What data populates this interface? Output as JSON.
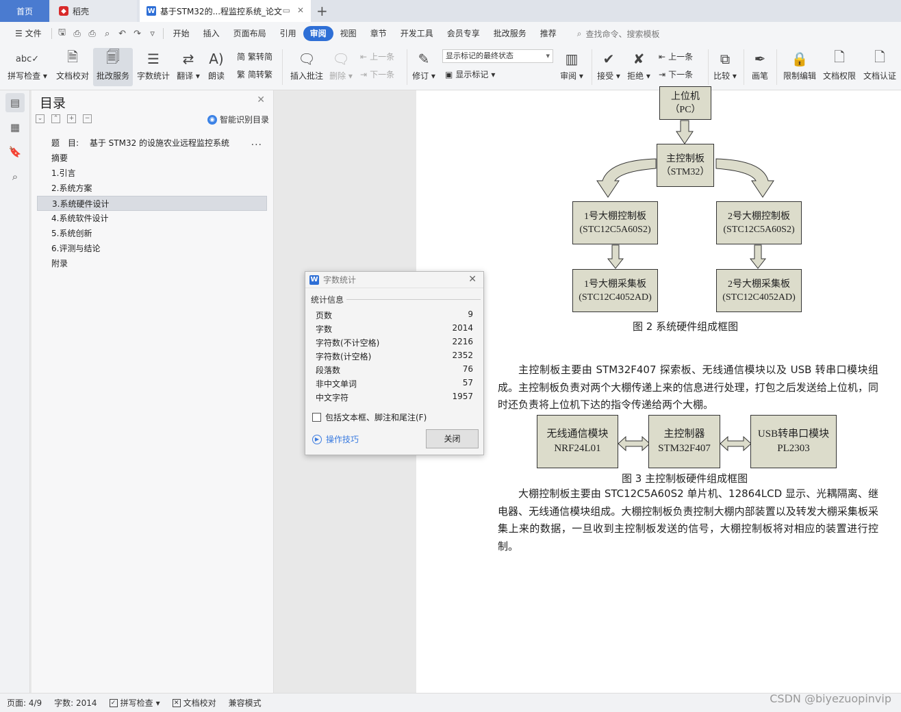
{
  "tabs": {
    "home": "首页",
    "daoke": "稻壳",
    "doc": "基于STM32的...程监控系统_论文"
  },
  "menu": {
    "file": "文件",
    "items": [
      "开始",
      "插入",
      "页面布局",
      "引用",
      "审阅",
      "视图",
      "章节",
      "开发工具",
      "会员专享",
      "批改服务",
      "推荐"
    ],
    "active": "审阅",
    "search": "查找命令、搜索模板"
  },
  "ribbon": {
    "spellcheck": "拼写检查",
    "doc_proof": "文档校对",
    "review_service": "批改服务",
    "word_count": "字数统计",
    "translate": "翻译",
    "read_aloud": "朗读",
    "trad_to_simp": "繁转简",
    "simp_to_trad": "简转繁",
    "insert_comment": "插入批注",
    "delete": "删除",
    "prev": "上一条",
    "next": "下一条",
    "track": "修订",
    "markup_state": "显示标记的最终状态",
    "show_markup": "显示标记",
    "review": "审阅",
    "accept": "接受",
    "reject": "拒绝",
    "prev2": "上一条",
    "next2": "下一条",
    "compare": "比较",
    "ink": "画笔",
    "restrict_edit": "限制编辑",
    "doc_permission": "文档权限",
    "doc_cert": "文档认证"
  },
  "toc": {
    "title": "目录",
    "smart": "智能识别目录",
    "items": [
      "题　目:　 基于 STM32 的设施农业远程监控系统",
      "摘要",
      "1.引言",
      "2.系统方案",
      "3.系统硬件设计",
      "4.系统软件设计",
      "5.系统创新",
      "6.评测与结论",
      "附录"
    ],
    "selected_index": 4
  },
  "doc": {
    "fig2": {
      "pc": [
        "上位机",
        "（PC）"
      ],
      "main": [
        "主控制板",
        "（STM32）"
      ],
      "ctrl1": [
        "1号大棚控制板",
        "(STC12C5A60S2)"
      ],
      "ctrl2": [
        "2号大棚控制板",
        "(STC12C5A60S2)"
      ],
      "acq1": [
        "1号大棚采集板",
        "(STC12C4052AD)"
      ],
      "acq2": [
        "2号大棚采集板",
        "(STC12C4052AD)"
      ],
      "caption": "图 2 系统硬件组成框图"
    },
    "para1": "主控制板主要由 STM32F407 探索板、无线通信模块以及 USB 转串口模块组成。主控制板负责对两个大棚传递上来的信息进行处理，打包之后发送给上位机，同时还负责将上位机下达的指令传递给两个大棚。",
    "fig3": {
      "wireless": [
        "无线通信模块",
        "NRF24L01"
      ],
      "controller": [
        "主控制器",
        "STM32F407"
      ],
      "usb": [
        "USB转串口模块",
        "PL2303"
      ],
      "caption": "图 3 主控制板硬件组成框图"
    },
    "para2": "大棚控制板主要由 STC12C5A60S2 单片机、12864LCD 显示、光耦隔离、继电器、无线通信模块组成。大棚控制板负责控制大棚内部装置以及转发大棚采集板采集上来的数据，一旦收到主控制板发送的信号，大棚控制板将对相应的装置进行控制。"
  },
  "dialog": {
    "title": "字数统计",
    "section": "统计信息",
    "rows": [
      {
        "label": "页数",
        "value": "9"
      },
      {
        "label": "字数",
        "value": "2014"
      },
      {
        "label": "字符数(不计空格)",
        "value": "2216"
      },
      {
        "label": "字符数(计空格)",
        "value": "2352"
      },
      {
        "label": "段落数",
        "value": "76"
      },
      {
        "label": "非中文单词",
        "value": "57"
      },
      {
        "label": "中文字符",
        "value": "1957"
      }
    ],
    "checkbox": "包括文本框、脚注和尾注(F)",
    "tips": "操作技巧",
    "close": "关闭"
  },
  "status": {
    "page": "页面: 4/9",
    "words": "字数: 2014",
    "spell": "拼写检查",
    "proof": "文档校对",
    "compat": "兼容模式"
  },
  "watermark": "CSDN @biyezuopinvip"
}
